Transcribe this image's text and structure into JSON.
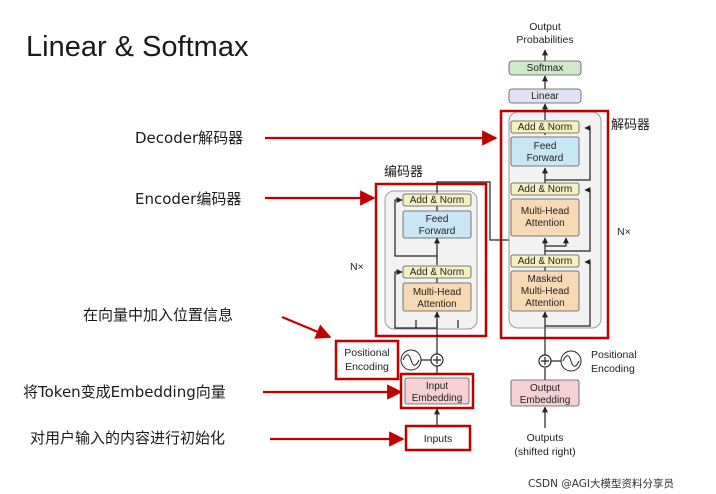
{
  "title": "Linear & Softmax",
  "left_labels": {
    "decoder": "Decoder解码器",
    "encoder": "Encoder编码器",
    "positional": "在向量中加入位置信息",
    "embedding": "将Token变成Embedding向量",
    "inputs": "对用户输入的内容进行初始化"
  },
  "diagram": {
    "output_probabilities": [
      "Output",
      "Probabilities"
    ],
    "softmax": "Softmax",
    "linear": "Linear",
    "decoder_cn": "解码器",
    "encoder_cn": "编码器",
    "add_norm": "Add & Norm",
    "feed_forward": [
      "Feed",
      "Forward"
    ],
    "multi_head_attention": [
      "Multi-Head",
      "Attention"
    ],
    "masked_multi_head_attention": [
      "Masked",
      "Multi-Head",
      "Attention"
    ],
    "nx_left": "N×",
    "nx_right": "N×",
    "positional_encoding": [
      "Positional",
      "Encoding"
    ],
    "input_embedding": [
      "Input",
      "Embedding"
    ],
    "output_embedding": [
      "Output",
      "Embedding"
    ],
    "inputs": "Inputs",
    "outputs": [
      "Outputs",
      "(shifted right)"
    ]
  },
  "watermark": "CSDN @AGI大模型资料分享员",
  "colors": {
    "highlight_red": "#c00000",
    "add_norm_fill": "#f4f0c0",
    "feed_forward_fill": "#c9e6f7",
    "attention_fill": "#f9d8b4",
    "softmax_fill": "#cfe9c8",
    "linear_fill": "#dfe3f3",
    "embedding_fill": "#f6d0d2"
  }
}
